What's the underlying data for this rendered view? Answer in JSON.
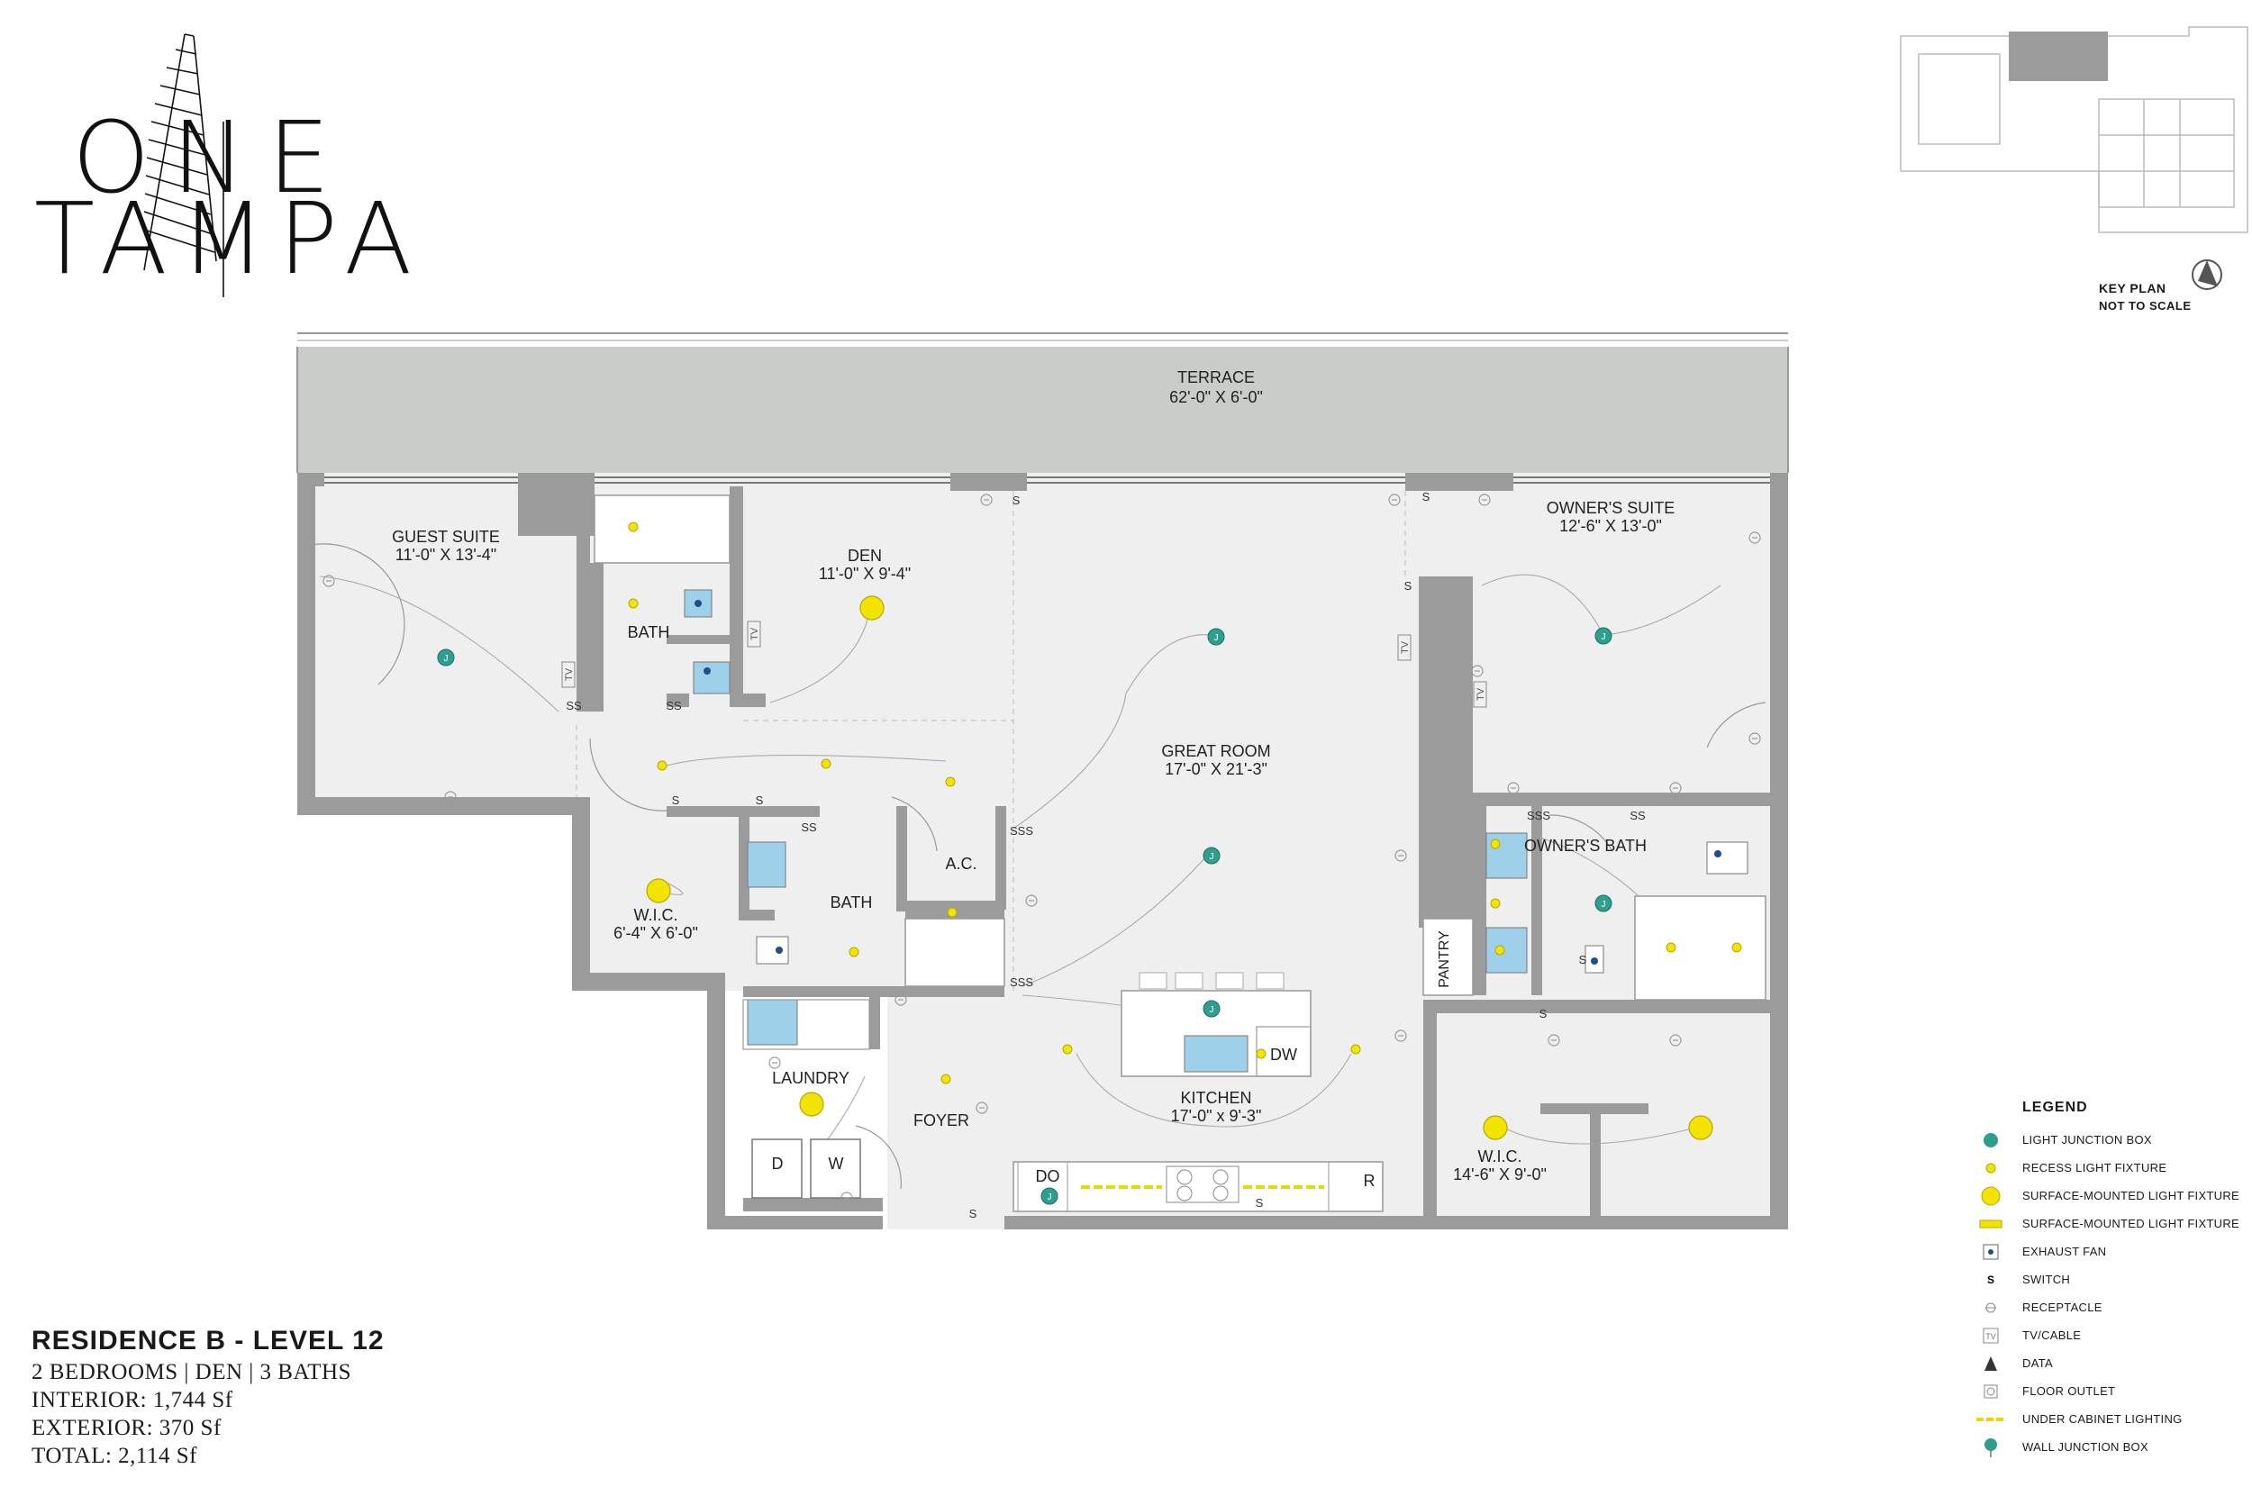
{
  "logo": {
    "line1": "ONE",
    "line2": "TAMPA"
  },
  "residence": {
    "title": "RESIDENCE B - LEVEL 12",
    "line1": "2 BEDROOMS | DEN | 3 BATHS",
    "line2": "INTERIOR: 1,744 Sf",
    "line3": "EXTERIOR: 370 Sf",
    "line4": "TOTAL: 2,114 Sf"
  },
  "keyplan": {
    "title": "KEY PLAN",
    "subtitle": "NOT TO SCALE"
  },
  "rooms": {
    "terrace": {
      "name": "TERRACE",
      "dims": "62'-0\" X 6'-0\""
    },
    "guest_suite": {
      "name": "GUEST SUITE",
      "dims": "11'-0\" X 13'-4\""
    },
    "bath_guest": {
      "name": "BATH"
    },
    "den": {
      "name": "DEN",
      "dims": "11'-0\" X 9'-4\""
    },
    "great_room": {
      "name": "GREAT ROOM",
      "dims": "17'-0\" X 21'-3\""
    },
    "owners_suite": {
      "name": "OWNER'S SUITE",
      "dims": "12'-6\" X 13'-0\""
    },
    "owners_bath": {
      "name": "OWNER'S BATH"
    },
    "wic_left": {
      "name": "W.I.C.",
      "dims": "6'-4\" X 6'-0\""
    },
    "bath_center": {
      "name": "BATH"
    },
    "ac": {
      "name": "A.C."
    },
    "pantry": {
      "name": "PANTRY"
    },
    "laundry": {
      "name": "LAUNDRY"
    },
    "foyer": {
      "name": "FOYER"
    },
    "kitchen": {
      "name": "KITCHEN",
      "dims": "17'-0\" x 9'-3\""
    },
    "wic_right": {
      "name": "W.I.C.",
      "dims": "14'-6\" X 9'-0\""
    }
  },
  "appliances": {
    "dw": "DW",
    "do": "DO",
    "r": "R",
    "d": "D",
    "w": "W"
  },
  "symbols": {
    "junction": "J",
    "switch": "S",
    "switch_double": "SS",
    "switch_triple": "SSS",
    "tv": "TV"
  },
  "legend": {
    "title": "LEGEND",
    "items": [
      {
        "label": "LIGHT JUNCTION BOX",
        "icon": "junction-box-icon"
      },
      {
        "label": "RECESS LIGHT FIXTURE",
        "icon": "recess-light-icon"
      },
      {
        "label": "SURFACE-MOUNTED LIGHT FIXTURE",
        "icon": "surface-light-round-icon"
      },
      {
        "label": "SURFACE-MOUNTED LIGHT FIXTURE",
        "icon": "surface-light-bar-icon"
      },
      {
        "label": "EXHAUST FAN",
        "icon": "exhaust-fan-icon"
      },
      {
        "label": "SWITCH",
        "icon": "switch-icon"
      },
      {
        "label": "RECEPTACLE",
        "icon": "receptacle-icon"
      },
      {
        "label": "TV/CABLE",
        "icon": "tv-cable-icon"
      },
      {
        "label": "DATA",
        "icon": "data-icon"
      },
      {
        "label": "FLOOR OUTLET",
        "icon": "floor-outlet-icon"
      },
      {
        "label": "UNDER CABINET LIGHTING",
        "icon": "under-cabinet-light-icon"
      },
      {
        "label": "WALL JUNCTION BOX",
        "icon": "wall-junction-box-icon"
      }
    ]
  },
  "colors": {
    "wall": "#9b9b9b",
    "floor": "#efefef",
    "terrace": "#c8cdc8",
    "junction": "#2e9e8f",
    "light": "#f2e400",
    "light_stroke": "#b5a800",
    "fixture": "#9fd0ea"
  }
}
